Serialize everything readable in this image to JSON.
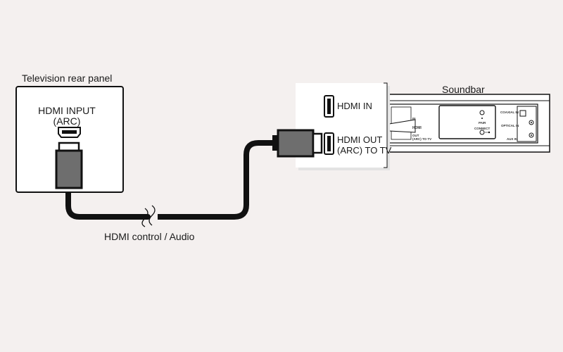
{
  "tv": {
    "panel_label": "Television rear panel",
    "port_label_line1": "HDMI INPUT",
    "port_label_line2": "(ARC)"
  },
  "soundbar": {
    "label": "Soundbar",
    "hdmi_in_label": "HDMI IN",
    "hdmi_out_label_line1": "HDMI OUT",
    "hdmi_out_label_line2": "(ARC) TO TV",
    "tiny_labels": {
      "in": "IN",
      "hdmi_logo": "HDMI",
      "out_line1": "OUT",
      "out_line2": "(ARC) TO TV",
      "pair": "PAIR",
      "connect": "CONNECT",
      "coaxial_in": "COAXIAL IN",
      "optical_in": "OPTICAL IN",
      "aux_in": "AUX IN"
    }
  },
  "cable": {
    "label": "HDMI control / Audio"
  },
  "colors": {
    "background": "#f4f0ef",
    "line": "#111111",
    "connector_gray": "#6e6e6e",
    "callout_white": "#ffffff",
    "callout_shadow": "#e3e3e3"
  }
}
